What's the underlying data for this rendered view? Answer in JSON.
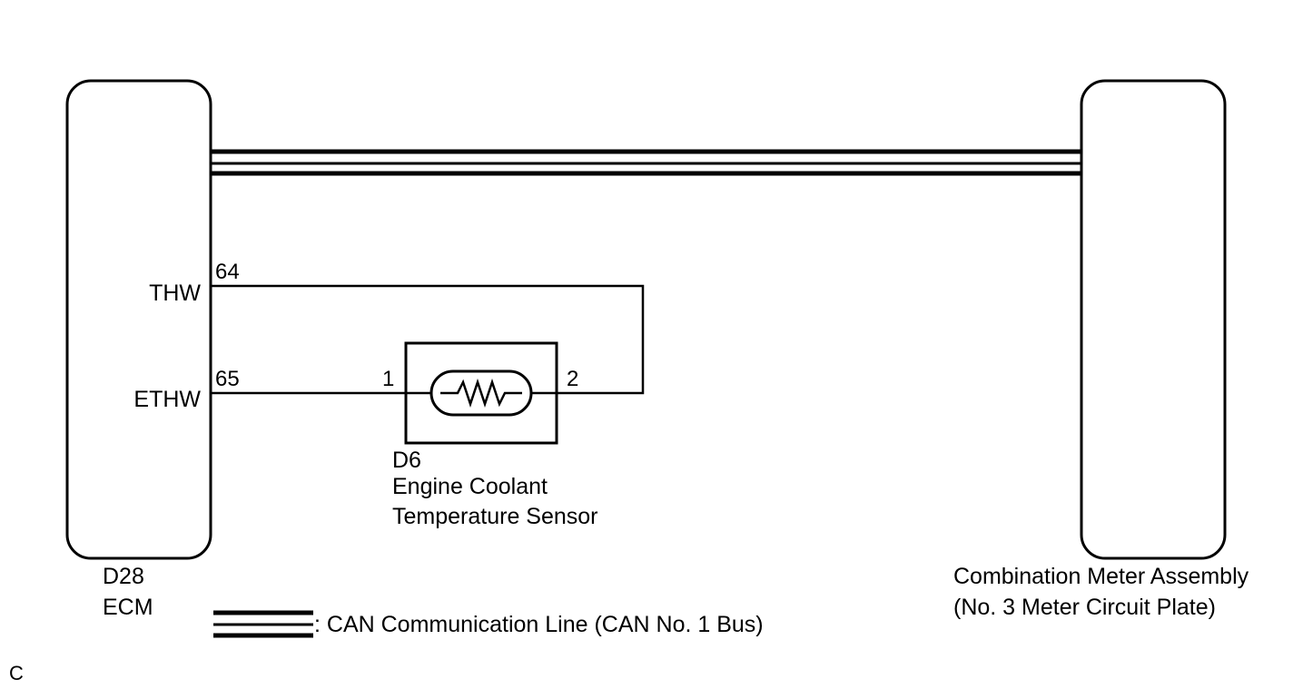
{
  "colors": {
    "line": "#000000",
    "background": "#ffffff"
  },
  "ecm": {
    "connector": "D28",
    "name": "ECM",
    "pins": [
      {
        "signal": "THW",
        "pin": "64"
      },
      {
        "signal": "ETHW",
        "pin": "65"
      }
    ]
  },
  "sensor": {
    "connector": "D6",
    "name_line1": "Engine Coolant",
    "name_line2": "Temperature Sensor",
    "pin_left": "1",
    "pin_right": "2",
    "symbol": "thermistor-icon"
  },
  "meter": {
    "name_line1": "Combination Meter Assembly",
    "name_line2": "(No. 3 Meter Circuit Plate)"
  },
  "legend": {
    "text": ": CAN Communication Line (CAN No. 1 Bus)"
  },
  "corner_code": "C"
}
